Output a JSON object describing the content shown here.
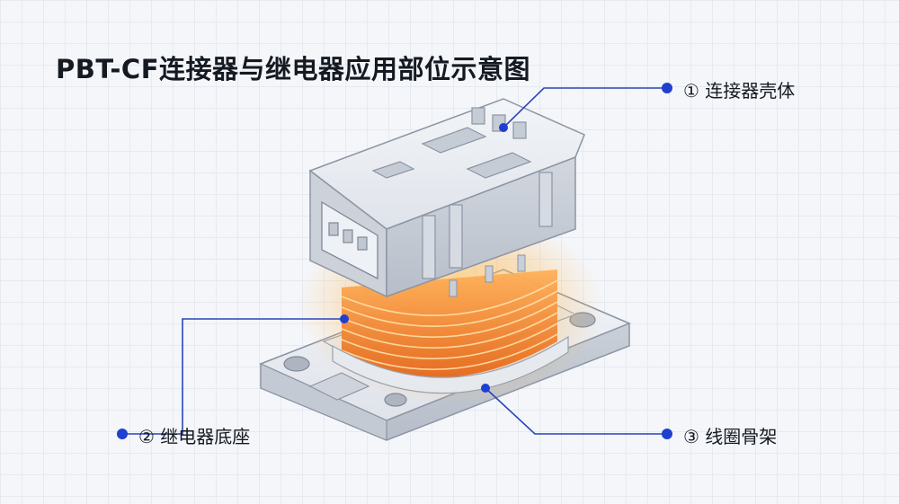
{
  "title": "PBT-CF连接器与继电器应用部位示意图",
  "callouts": [
    {
      "id": "housing",
      "number": "①",
      "text": "连接器壳体"
    },
    {
      "id": "base",
      "number": "②",
      "text": "继电器底座"
    },
    {
      "id": "bobbin",
      "number": "③",
      "text": "线圈骨架"
    }
  ],
  "colors": {
    "leader_line": "#2a44b8",
    "dot": "#1f3fd0",
    "plastic": "#dfe3ea",
    "plastic_edge": "#8c95a3",
    "coil": "#f07a18",
    "glow": "#ffb347"
  }
}
